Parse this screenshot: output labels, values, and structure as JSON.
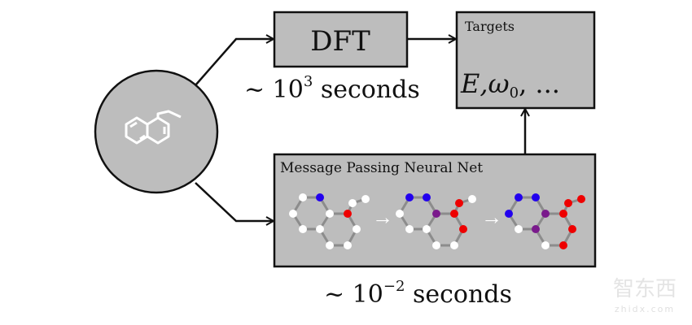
{
  "colors": {
    "box_fill": "#bdbdbd",
    "stroke": "#111111",
    "bond": "#8c8c8c",
    "white_atom": "#ffffff",
    "blue_atom": "#2200ee",
    "red_atom": "#ee0000",
    "purple_atom": "#7a1a8c"
  },
  "input": {
    "icon": "molecule-icon"
  },
  "dft": {
    "label": "DFT",
    "time_prefix": "~ 10",
    "time_exponent": "3",
    "time_suffix": " seconds"
  },
  "targets": {
    "title": "Targets",
    "values": "E,ω",
    "values_sub": "0",
    "values_rest": ", ..."
  },
  "mpnn": {
    "title": "Message Passing Neural Net",
    "time_prefix": "~ 10",
    "time_exponent": "−2",
    "time_suffix": " seconds",
    "step_arrow": "→",
    "stages": [
      [
        "white",
        "blue",
        "white",
        "white",
        "red",
        "white",
        "white",
        "white",
        "white",
        "white",
        "white",
        "white"
      ],
      [
        "blue",
        "blue",
        "white",
        "purple",
        "red",
        "red",
        "white",
        "white",
        "white",
        "red",
        "white",
        "white"
      ],
      [
        "blue",
        "blue",
        "blue",
        "purple",
        "red",
        "red",
        "red",
        "white",
        "purple",
        "red",
        "white",
        "red"
      ]
    ]
  },
  "watermark": {
    "text": "智东西",
    "sub": "zhidx.com"
  }
}
